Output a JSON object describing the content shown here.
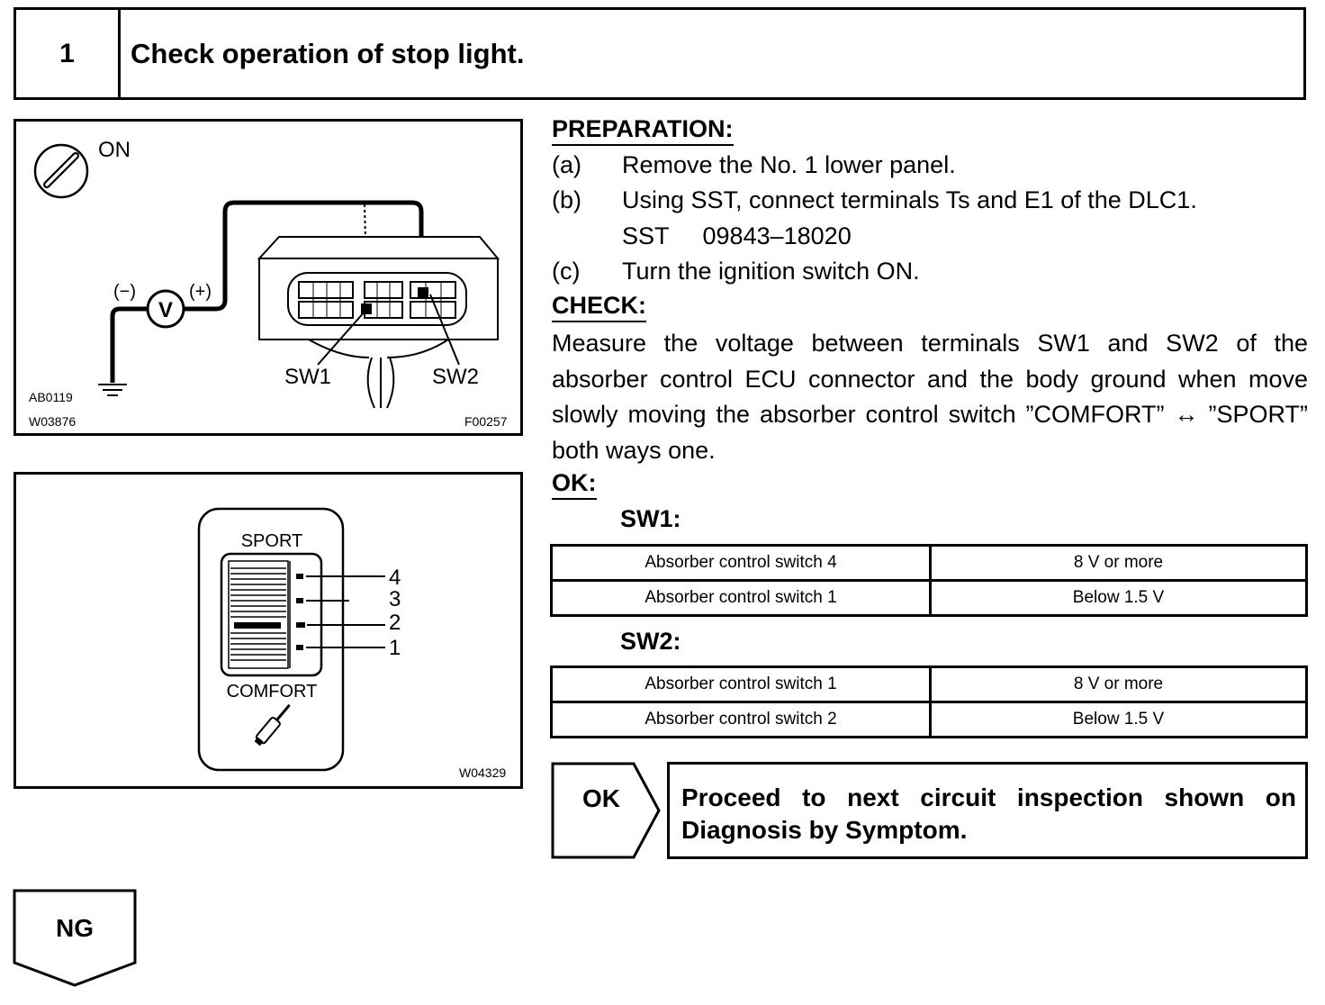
{
  "header": {
    "step_number": "1",
    "title": "Check operation of stop light."
  },
  "figure1": {
    "on_label": "ON",
    "minus_label": "(−)",
    "plus_label": "(+)",
    "meter_label": "V",
    "sw1_label": "SW1",
    "sw2_label": "SW2",
    "code_top": "AB0119",
    "code_left": "W03876",
    "code_right": "F00257"
  },
  "figure2": {
    "sport_label": "SPORT",
    "comfort_label": "COMFORT",
    "pos4": "4",
    "pos3": "3",
    "pos2": "2",
    "pos1": "1",
    "code": "W04329"
  },
  "preparation": {
    "heading": "PREPARATION:",
    "steps": [
      {
        "label": "(a)",
        "text": "Remove the No. 1 lower panel."
      },
      {
        "label": "(b)",
        "text": "Using SST, connect terminals Ts and E1 of the DLC1."
      },
      {
        "label": "",
        "text": "SST     09843–18020"
      },
      {
        "label": "(c)",
        "text": "Turn the ignition switch ON."
      }
    ]
  },
  "check": {
    "heading": "CHECK:",
    "text": "Measure the voltage between terminals SW1 and SW2 of the absorber control ECU connector and the body ground when move slowly moving the absorber control switch ”COMFORT” ↔ ”SPORT” both ways one."
  },
  "ok_spec": {
    "heading": "OK:",
    "sw1": {
      "title": "SW1:",
      "rows": [
        {
          "condition": "Absorber control switch 4",
          "value": "8 V or more"
        },
        {
          "condition": "Absorber control switch 1",
          "value": "Below 1.5 V"
        }
      ]
    },
    "sw2": {
      "title": "SW2:",
      "rows": [
        {
          "condition": "Absorber control switch 1",
          "value": "8 V or more"
        },
        {
          "condition": "Absorber control switch 2",
          "value": "Below 1.5 V"
        }
      ]
    }
  },
  "result_ok": {
    "label": "OK",
    "text": "Proceed to next circuit inspection shown on Diagnosis by Symptom."
  },
  "result_ng": {
    "label": "NG"
  }
}
